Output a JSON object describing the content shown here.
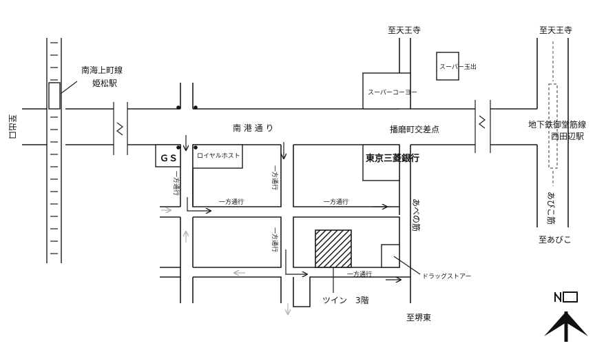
{
  "labels": {
    "nankai_line": "南海上町線",
    "himematsu_station": "姫松駅",
    "to_deguchi": "至出口",
    "to_tennoji_center": "至天王寺",
    "to_tennoji_right": "至天王寺",
    "super_tamade": "スーパー玉出",
    "super_kohyo": "スーパーコーヨー",
    "minatomachi_street": "南 港 通 り",
    "harimacho_intersection": "播磨町交差点",
    "subway_line": "地下鉄御堂筋線",
    "nishitanabe_station": "西田辺駅",
    "abiko_suji_right": "あびこ筋",
    "to_abiko": "至あびこ",
    "gs": "ＧＳ",
    "royal_host": "ロイヤルホスト",
    "tokyo_mitsubishi": "東京三菱銀行",
    "abeno_suji": "あべの筋",
    "oneway_vertical_left": "一方通行",
    "oneway_vertical_mid_upper": "一方通行",
    "oneway_vertical_mid_lower": "一方通行",
    "oneway_horizontal_left": "一方通行",
    "oneway_horizontal_right": "一方通行",
    "oneway_horizontal_bottom": "一方通行",
    "drug_store": "ドラッグストアー",
    "twin_3f": "ツイン　3階",
    "to_sakai_higashi": "至堺東"
  },
  "colors": {
    "ink": "#1a1a1a",
    "faded_arrow": "#b0b0b0",
    "background": "#ffffff"
  },
  "icons": {
    "north_arrow": "north-arrow-icon",
    "target_building": "hatched-building-icon"
  }
}
